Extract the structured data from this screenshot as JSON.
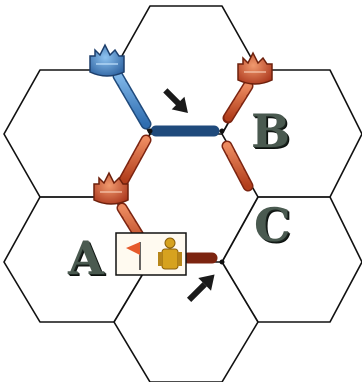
{
  "board": {
    "labels": {
      "a": "A",
      "b": "B",
      "c": "C"
    },
    "hexes": [
      {
        "id": "top"
      },
      {
        "id": "upper-left"
      },
      {
        "id": "upper-right-b"
      },
      {
        "id": "middle-left-a"
      },
      {
        "id": "middle-right-c"
      },
      {
        "id": "bottom"
      }
    ]
  },
  "pieces": {
    "settlements": [
      {
        "color": "blue"
      },
      {
        "color": "red"
      },
      {
        "color": "red"
      }
    ],
    "roads": [
      {
        "color": "blue"
      },
      {
        "color": "blue"
      },
      {
        "color": "red"
      },
      {
        "color": "red"
      },
      {
        "color": "red"
      },
      {
        "color": "red"
      }
    ],
    "tile_icon": {
      "name": "knight-with-flag-icon"
    }
  },
  "arrows": [
    {
      "name": "arrow-down-left-icon"
    },
    {
      "name": "arrow-up-right-icon"
    }
  ],
  "colors": {
    "blue_player": "#3f7fc4",
    "red_player": "#c94a25",
    "hex_outline": "#111111",
    "label_text": "#4a5a50",
    "knight_gold": "#d6a21f"
  }
}
